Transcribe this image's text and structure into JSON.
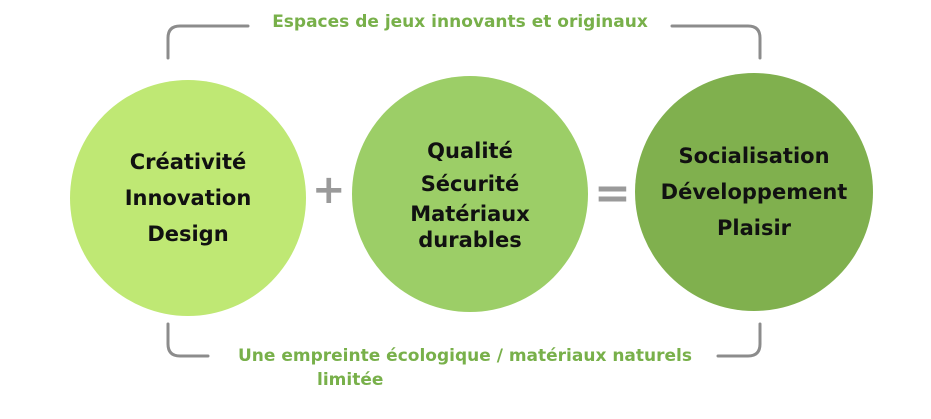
{
  "colors": {
    "accent": "#78b04a",
    "bracket": "#8c8c8c",
    "circle_1": "#bfe874",
    "circle_2": "#9cce67",
    "circle_3": "#80b04e",
    "operator": "#9a9a9a"
  },
  "top_caption": "Espaces de jeux innovants et originaux",
  "bottom_caption": {
    "line1": "Une empreinte écologique / matériaux naturels",
    "line2": "limitée"
  },
  "circles": [
    {
      "lines": [
        "Créativité",
        "Innovation",
        "Design"
      ]
    },
    {
      "lines": [
        "Qualité",
        "Sécurité",
        "Matériaux",
        "durables"
      ]
    },
    {
      "lines": [
        "Socialisation",
        "Développement",
        "Plaisir"
      ]
    }
  ],
  "operators": {
    "plus": "+",
    "equals": "="
  }
}
